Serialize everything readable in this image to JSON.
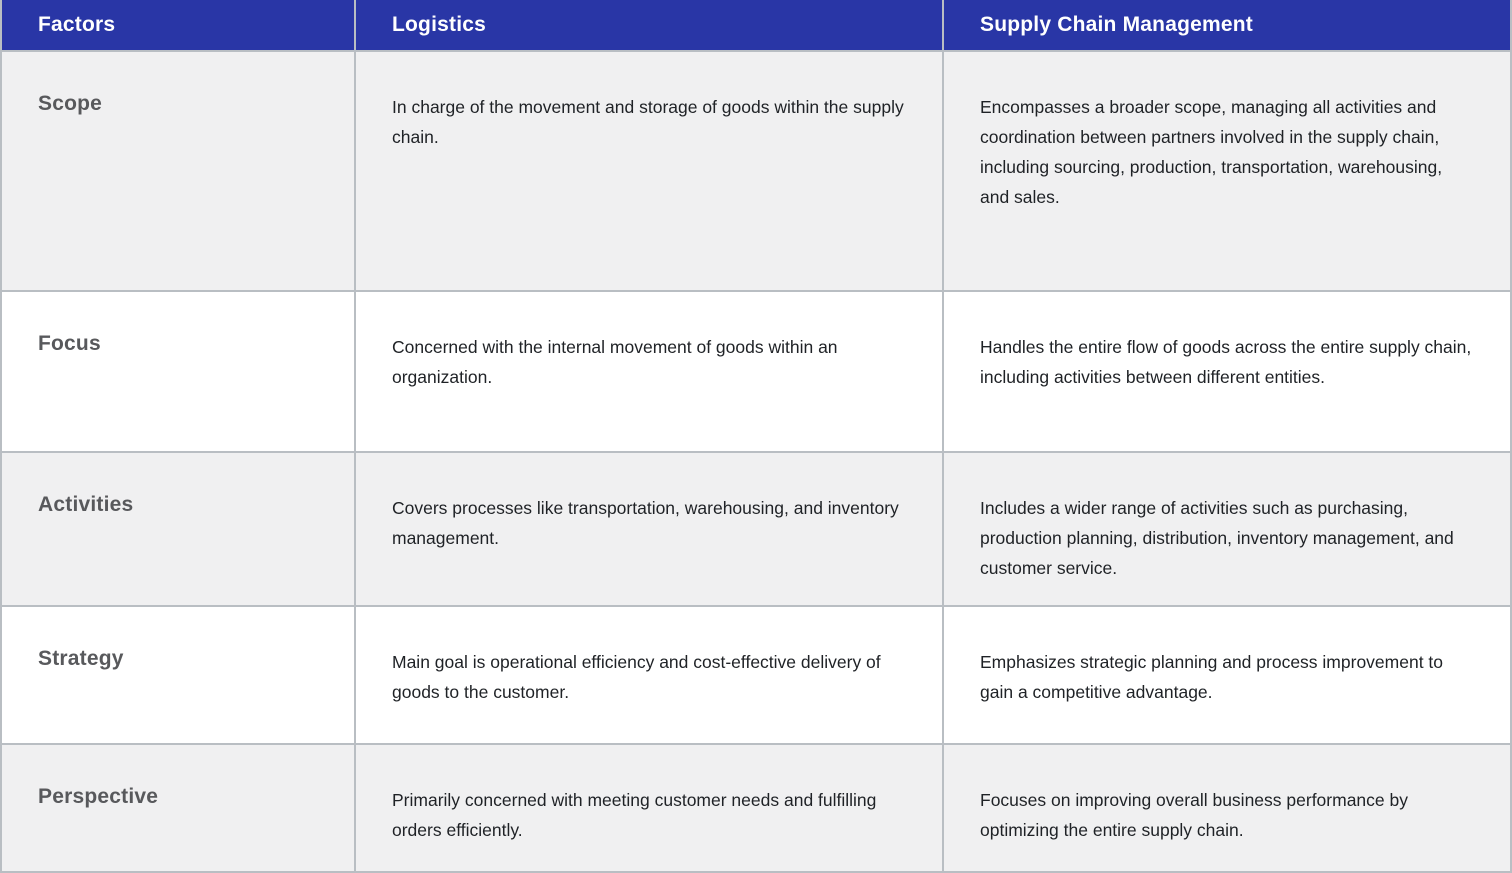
{
  "table": {
    "columns": [
      {
        "label": "Factors"
      },
      {
        "label": "Logistics"
      },
      {
        "label": "Supply Chain Management"
      }
    ],
    "rows": [
      {
        "factor": "Scope",
        "logistics": "In charge of the movement and storage of goods within the supply chain.",
        "scm": "Encompasses a broader scope, managing all activities and coordination between partners involved in the supply chain, including sourcing, production, transportation, warehousing, and sales."
      },
      {
        "factor": "Focus",
        "logistics": "Concerned with the internal movement of goods within an organization.",
        "scm": "Handles the entire flow of goods across the entire supply chain, including activities between different entities."
      },
      {
        "factor": "Activities",
        "logistics": "Covers processes like transportation, warehousing, and inventory management.",
        "scm": "Includes a wider range of activities such as purchasing, production planning, distribution, inventory management, and customer service."
      },
      {
        "factor": "Strategy",
        "logistics": "Main goal is operational efficiency and cost-effective delivery of goods to the customer.",
        "scm": "Emphasizes strategic planning and process improvement to gain a competitive advantage."
      },
      {
        "factor": "Perspective",
        "logistics": "Primarily concerned with meeting customer needs and fulfilling orders efficiently.",
        "scm": "Focuses on improving overall business performance by optimizing the entire supply chain."
      }
    ],
    "colors": {
      "header_bg": "#2936a6",
      "header_text": "#ffffff",
      "row_alt_bg": "#f0f0f1",
      "row_bg": "#ffffff",
      "border": "#b9bec3",
      "factor_text": "#58595c",
      "body_text": "#1f2226"
    }
  }
}
